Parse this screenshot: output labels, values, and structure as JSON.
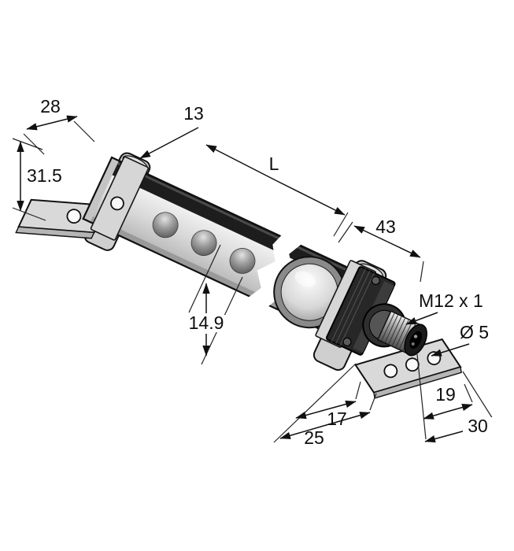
{
  "drawing": {
    "kind": "technical-dimension-drawing",
    "dims": {
      "w28": "28",
      "o13": "13",
      "h315": "31.5",
      "len": "L",
      "e43": "43",
      "thread": "M12 x 1",
      "hole": "Ø 5",
      "w149": "14.9",
      "f17": "17",
      "f25": "25",
      "f19": "19",
      "f30": "30"
    },
    "colors": {
      "background": "#ffffff",
      "line": "#111111",
      "housing_strip": "#1d1d1d",
      "housing_bottom": "#9a9a9a",
      "end_cap": "#272727",
      "bracket": "#cfcfcf",
      "bracket_foot": "#d9d9d9",
      "band": "#d6d6d6"
    }
  }
}
